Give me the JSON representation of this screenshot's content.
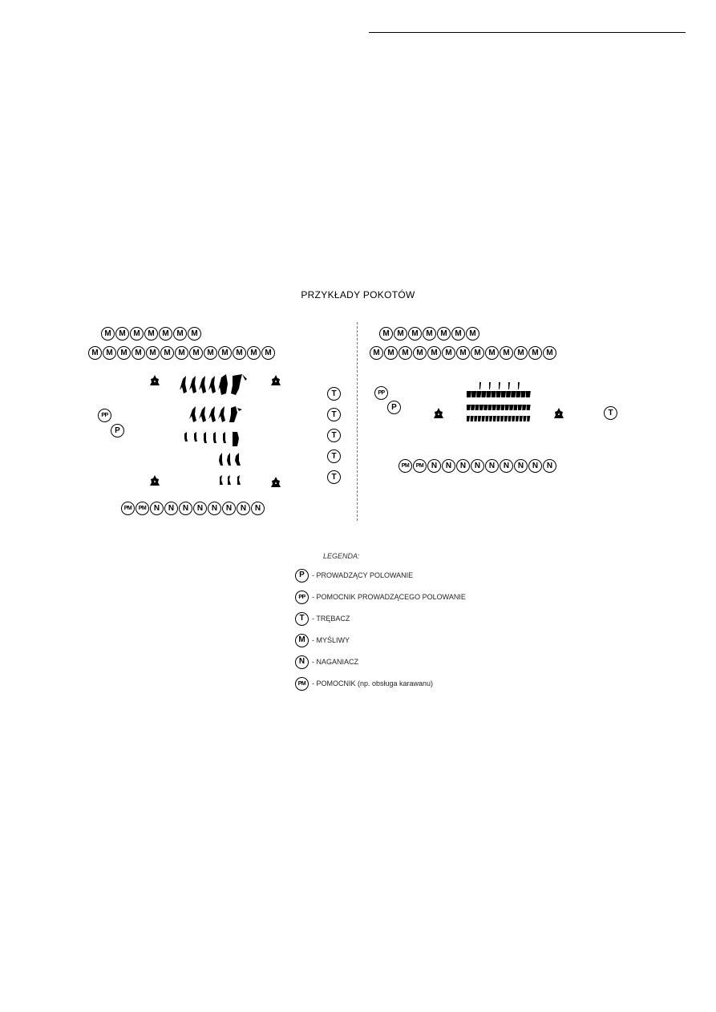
{
  "title": "PRZYKŁADY POKOTÓW",
  "legend": {
    "heading": "LEGENDA:",
    "items": [
      {
        "symbol": "P",
        "text": "- PROWADZĄCY POLOWANIE"
      },
      {
        "symbol": "PP",
        "text": "- POMOCNIK PROWADZĄCEGO POLOWANIE"
      },
      {
        "symbol": "T",
        "text": "- TRĘBACZ"
      },
      {
        "symbol": "M",
        "text": "- MYŚLIWY"
      },
      {
        "symbol": "N",
        "text": "- NAGANIACZ"
      },
      {
        "symbol": "PM",
        "text": "- POMOCNIK (np. obsługa karawanu)"
      }
    ]
  },
  "diagram_left": {
    "hunters_row1": [
      "M",
      "M",
      "M",
      "M",
      "M",
      "M",
      "M"
    ],
    "hunters_row2": [
      "M",
      "M",
      "M",
      "M",
      "M",
      "M",
      "M",
      "M",
      "M",
      "M",
      "M",
      "M",
      "M"
    ],
    "trumpeters": [
      "T",
      "T",
      "T",
      "T",
      "T"
    ],
    "leader_helper": "PP",
    "leader": "P",
    "bottom_row": [
      "PM",
      "PM",
      "N",
      "N",
      "N",
      "N",
      "N",
      "N",
      "N",
      "N"
    ]
  },
  "diagram_right": {
    "hunters_row1": [
      "M",
      "M",
      "M",
      "M",
      "M",
      "M",
      "M"
    ],
    "hunters_row2": [
      "M",
      "M",
      "M",
      "M",
      "M",
      "M",
      "M",
      "M",
      "M",
      "M",
      "M",
      "M",
      "M"
    ],
    "trumpeter": "T",
    "leader_helper": "PP",
    "leader": "P",
    "bottom_row": [
      "PM",
      "PM",
      "N",
      "N",
      "N",
      "N",
      "N",
      "N",
      "N",
      "N",
      "N"
    ]
  }
}
